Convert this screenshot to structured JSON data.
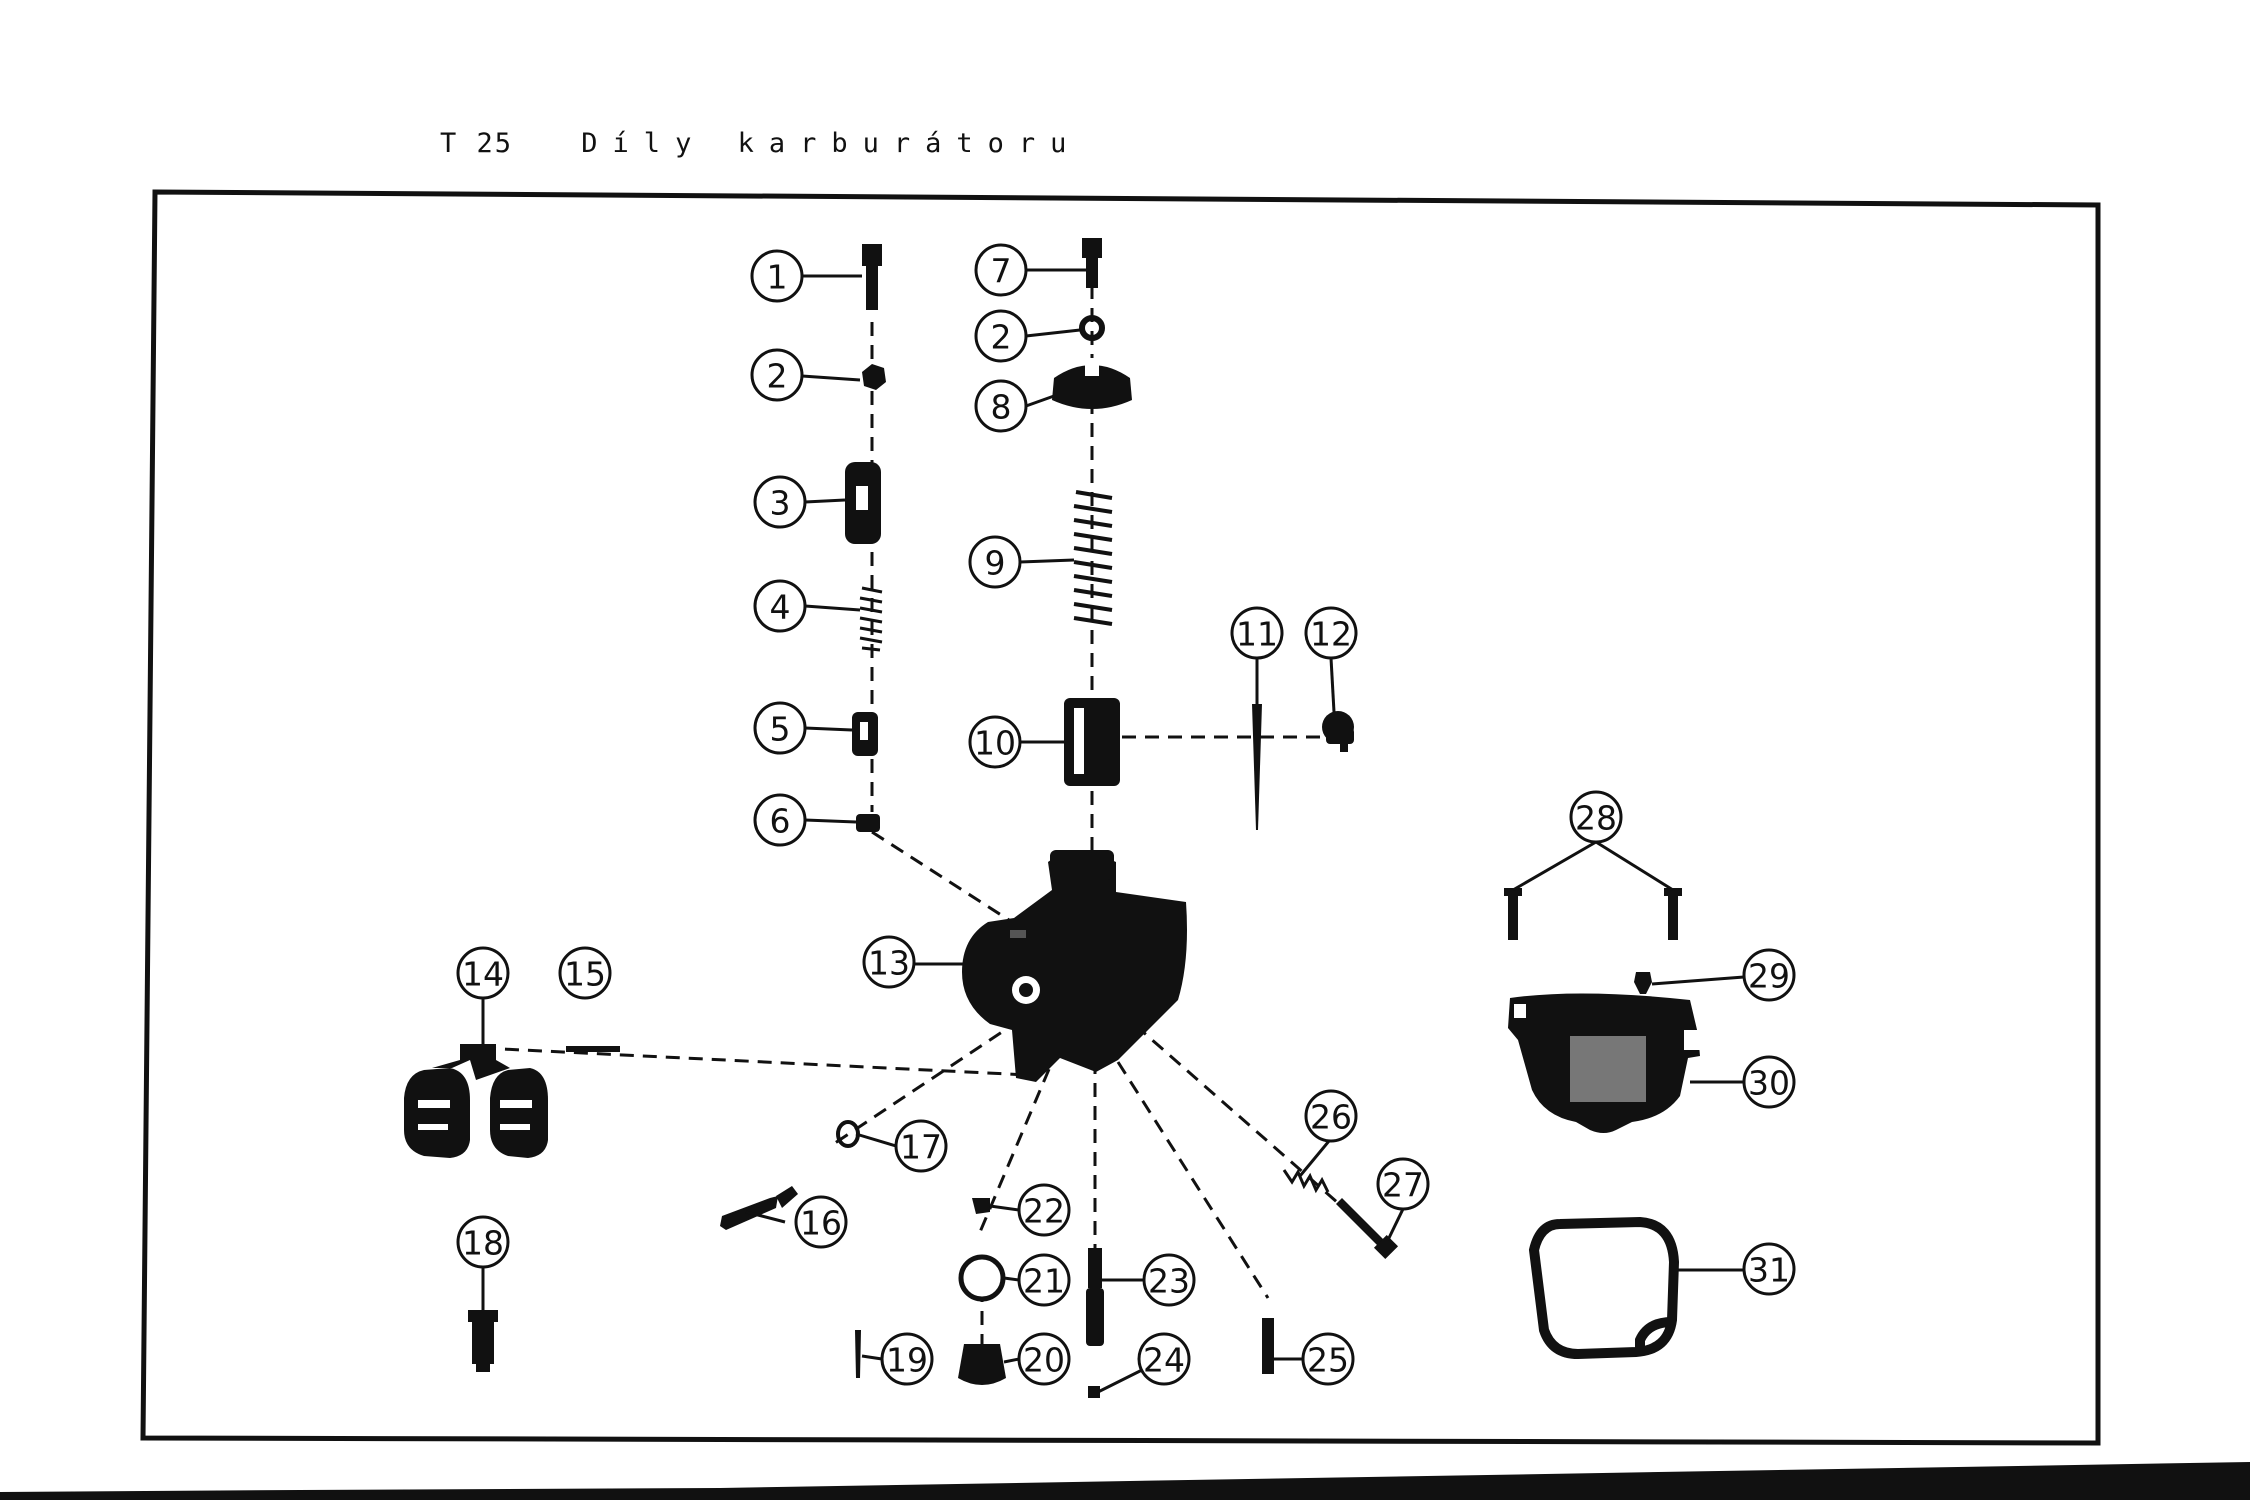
{
  "page": {
    "code": "T 25",
    "title": "Díly karburátoru"
  },
  "callouts": [
    {
      "id": "c1",
      "num": "1"
    },
    {
      "id": "c2a",
      "num": "2"
    },
    {
      "id": "c3",
      "num": "3"
    },
    {
      "id": "c4",
      "num": "4"
    },
    {
      "id": "c5",
      "num": "5"
    },
    {
      "id": "c6",
      "num": "6"
    },
    {
      "id": "c7",
      "num": "7"
    },
    {
      "id": "c2b",
      "num": "2"
    },
    {
      "id": "c8",
      "num": "8"
    },
    {
      "id": "c9",
      "num": "9"
    },
    {
      "id": "c10",
      "num": "10"
    },
    {
      "id": "c11",
      "num": "11"
    },
    {
      "id": "c12",
      "num": "12"
    },
    {
      "id": "c13",
      "num": "13"
    },
    {
      "id": "c14",
      "num": "14"
    },
    {
      "id": "c15",
      "num": "15"
    },
    {
      "id": "c16",
      "num": "16"
    },
    {
      "id": "c17",
      "num": "17"
    },
    {
      "id": "c18",
      "num": "18"
    },
    {
      "id": "c19",
      "num": "19"
    },
    {
      "id": "c20",
      "num": "20"
    },
    {
      "id": "c21",
      "num": "21"
    },
    {
      "id": "c22",
      "num": "22"
    },
    {
      "id": "c23",
      "num": "23"
    },
    {
      "id": "c24",
      "num": "24"
    },
    {
      "id": "c25",
      "num": "25"
    },
    {
      "id": "c26",
      "num": "26"
    },
    {
      "id": "c27",
      "num": "27"
    },
    {
      "id": "c28",
      "num": "28"
    },
    {
      "id": "c29",
      "num": "29"
    },
    {
      "id": "c30",
      "num": "30"
    },
    {
      "id": "c31",
      "num": "31"
    }
  ]
}
